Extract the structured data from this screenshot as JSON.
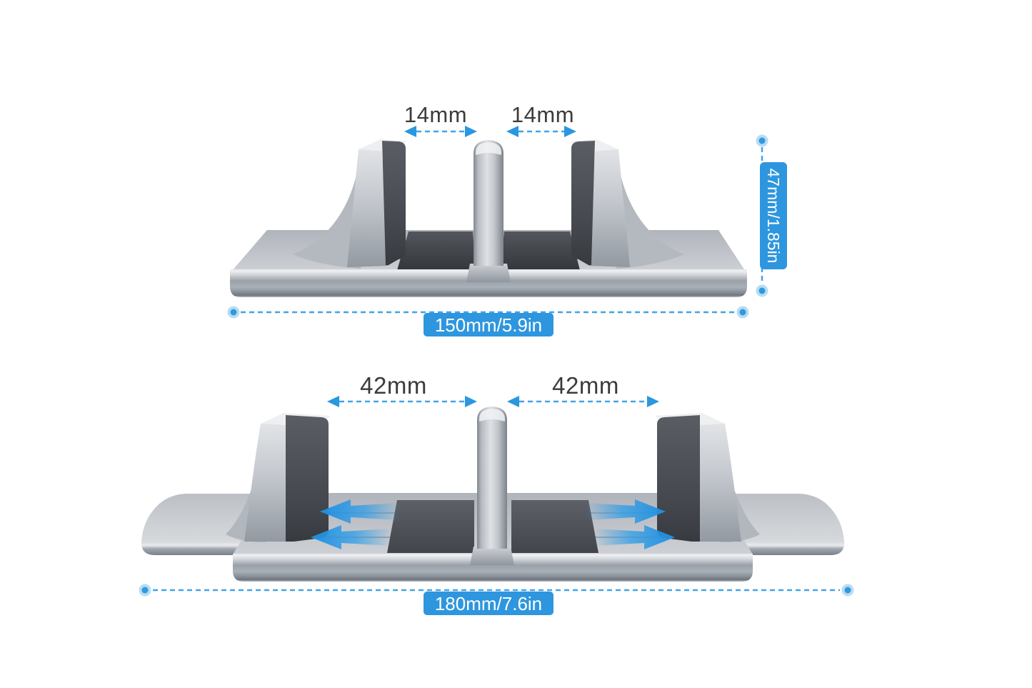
{
  "colors": {
    "badge_blue": "#2e96de",
    "dimension_line_blue": "#44a3e6",
    "slide_arrow_blue": "#2f9de6",
    "label_text": "#3b3b3d",
    "badge_text": "#ffffff",
    "aluminum_light": "#cdd0d5",
    "aluminum_dark": "#8f959d",
    "pad_dark": "#45484e",
    "background": "#ffffff"
  },
  "compact_figure": {
    "left_slot_width": "14mm",
    "right_slot_width": "14mm",
    "stand_height": "47mm/1.85in",
    "base_width": "150mm/5.9in"
  },
  "expanded_figure": {
    "left_slot_width": "42mm",
    "right_slot_width": "42mm",
    "base_width": "180mm/7.6in"
  }
}
